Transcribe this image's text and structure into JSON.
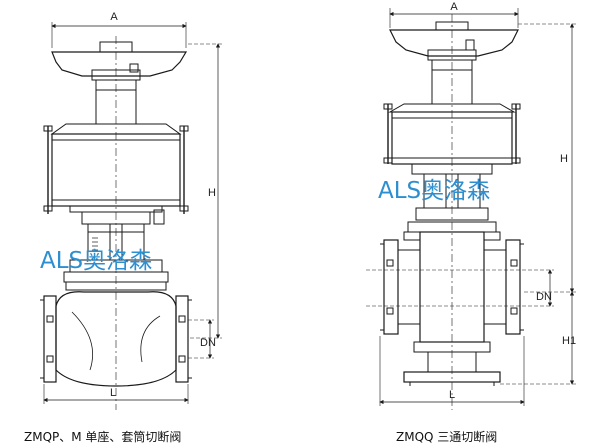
{
  "diagrams": {
    "left": {
      "caption": "ZMQP、M 单座、套筒切断阀",
      "labels": {
        "width_top": "A",
        "height": "H",
        "nominal": "DN",
        "length": "L"
      }
    },
    "right": {
      "caption": "ZMQQ 三通切断阀",
      "labels": {
        "width_top": "A",
        "height": "H",
        "nominal": "DN",
        "height_lower": "H1",
        "length": "L"
      }
    }
  },
  "watermark": "ALS奥洛森",
  "colors": {
    "line": "#1a1a1a",
    "hatch": "#555555",
    "watermark": "#2e8fd0"
  }
}
